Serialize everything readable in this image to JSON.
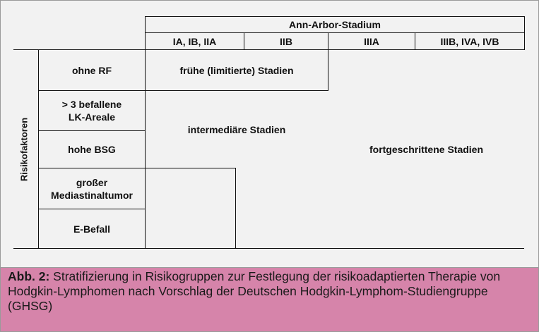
{
  "table": {
    "header_group": "Ann-Arbor-Stadium",
    "stage_columns": [
      "IA, IB, IIA",
      "IIB",
      "IIIA",
      "IIIB, IVA, IVB"
    ],
    "row_group": "Risikofaktoren",
    "risk_rows": [
      "ohne RF",
      "> 3 befallene\nLK-Areale",
      "hohe BSG",
      "großer\nMediastinaltumor",
      "E-Befall"
    ],
    "regions": {
      "early": "frühe (limitierte) Stadien",
      "intermediate": "intermediäre Stadien",
      "advanced": "fortgeschrittene Stadien"
    }
  },
  "caption": {
    "label": "Abb. 2:",
    "text": " Stratifizierung in Risikogruppen zur Festlegung der risikoadaptierten Therapie von Hodgkin-Lymphomen nach Vorschlag der Deutschen Hodgkin-Lymphom-Studiengruppe (GHSG)"
  }
}
